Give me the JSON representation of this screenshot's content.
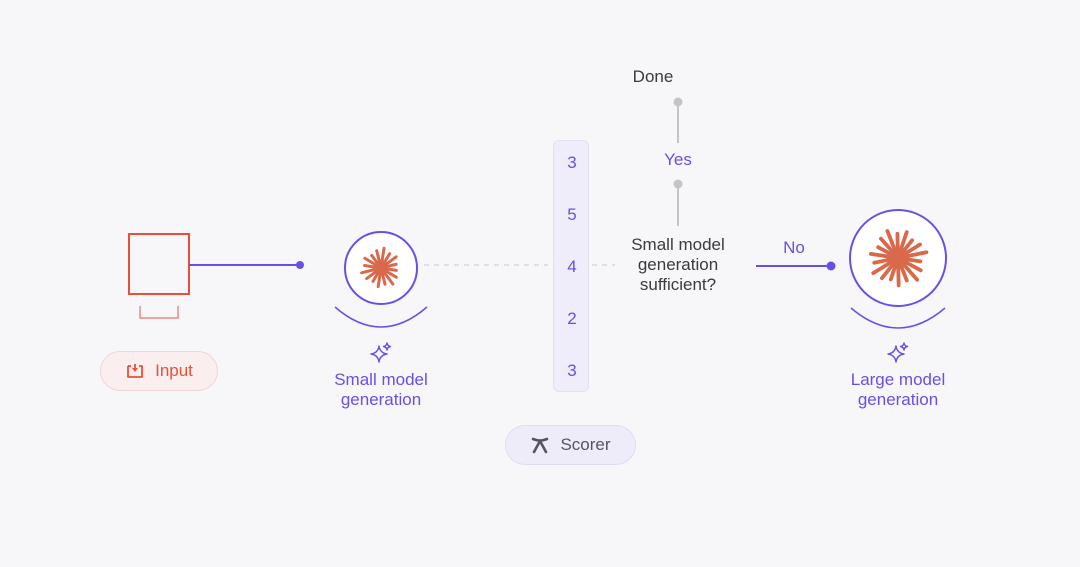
{
  "nodes": {
    "input_label": "Input",
    "small_model_label": "Small model\ngeneration",
    "large_model_label": "Large model\ngeneration",
    "scorer_label": "Scorer",
    "decision_label": "Small model\ngeneration\nsufficient?",
    "done_label": "Done",
    "yes_label": "Yes",
    "no_label": "No"
  },
  "scores": [
    "3",
    "5",
    "4",
    "2",
    "3"
  ],
  "colors": {
    "accent_purple": "#6a4fe6",
    "input_red": "#e8503a",
    "burst_orange": "#d9694a",
    "connector_gray": "#c4c4c8",
    "background": "#f7f7fa"
  },
  "icons": {
    "input": "tray-download-icon",
    "small_model": "sparkle-icon",
    "large_model": "sparkle-icon",
    "scorer": "scorer-icon",
    "model_burst": "starburst-icon"
  }
}
